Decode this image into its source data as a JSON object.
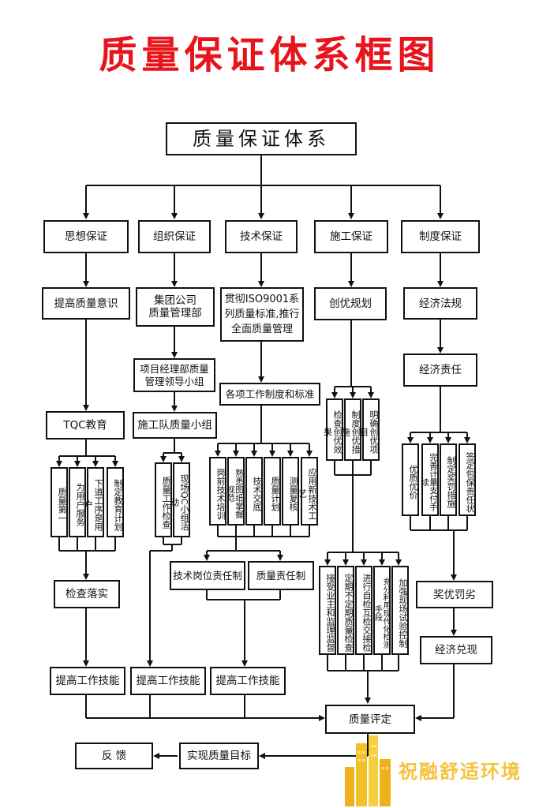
{
  "title": "质量保证体系框图",
  "root": "质量保证体系",
  "categories": [
    "思想保证",
    "组织保证",
    "技术保证",
    "施工保证",
    "制度保证"
  ],
  "col1": {
    "awareness": "提高质量意识",
    "tqc": "TQC教育",
    "items": [
      "质量第一",
      "为用户服务",
      "下道工序是用户",
      "制定教育计划"
    ],
    "check": "检查落实",
    "skill": "提高工作技能"
  },
  "col2": {
    "group": "集团公司\n质量管理部",
    "project": "项目经理部质量\n管理领导小组",
    "team": "施工队质量小组",
    "items": [
      "质量工作检查",
      "现场QC小组活动"
    ],
    "skill": "提高工作技能"
  },
  "col3": {
    "iso": "贯彻ISO9001系\n列质量标准,推行\n全面质量管理",
    "standards": "各项工作制度和标准",
    "items": [
      "岗前技术培训",
      "熟悉图纸掌握规范",
      "技术交底",
      "质量计划",
      "测量复核",
      "应用新技术工艺"
    ],
    "post_resp": "技术岗位责任制",
    "quality_resp": "质量责任制",
    "skill": "提高工作技能"
  },
  "col4": {
    "plan": "创优规划",
    "items_top": [
      "检查创优效果",
      "制度创优措施",
      "明确创优项目"
    ],
    "items_bottom": [
      "接受业主和监理监督",
      "定期不定期质量检查",
      "进行自检互检交接检",
      "充分利用现代化检测手段",
      "加强现场试验控制"
    ]
  },
  "col5": {
    "law": "经济法规",
    "resp": "经济责任",
    "items": [
      "优质优价",
      "完善计量支付手续",
      "制定奖罚措施",
      "签定包保责任状"
    ],
    "reward": "奖优罚劣",
    "cash": "经济兑现"
  },
  "evaluation": "质量评定",
  "goal": "实现质量目标",
  "feedback": "反  馈",
  "watermark": "祝融舒适环境"
}
